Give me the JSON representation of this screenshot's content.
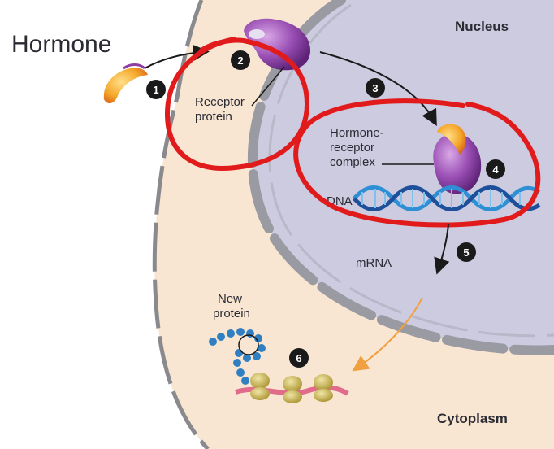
{
  "diagram": {
    "title_hormone": "Hormone",
    "labels": {
      "nucleus": "Nucleus",
      "cytoplasm": "Cytoplasm",
      "receptor_line1": "Receptor",
      "receptor_line2": "protein",
      "complex_line1": "Hormone-",
      "complex_line2": "receptor",
      "complex_line3": "complex",
      "dna": "DNA",
      "mrna": "mRNA",
      "new_protein_line1": "New",
      "new_protein_line2": "protein"
    },
    "steps": [
      "1",
      "2",
      "3",
      "4",
      "5",
      "6"
    ],
    "colors": {
      "cytoplasm": "#f8e6d2",
      "nucleus": "#cdcbe0",
      "membrane": "#8a8a8e",
      "annotation_red": "#e11b1b",
      "receptor": "#8e3fa6",
      "hormone": "#f2a21e",
      "dna_blue": "#2e8fd4",
      "ribosome": "#c9b54a",
      "protein_chain": "#2f7fc2"
    }
  }
}
